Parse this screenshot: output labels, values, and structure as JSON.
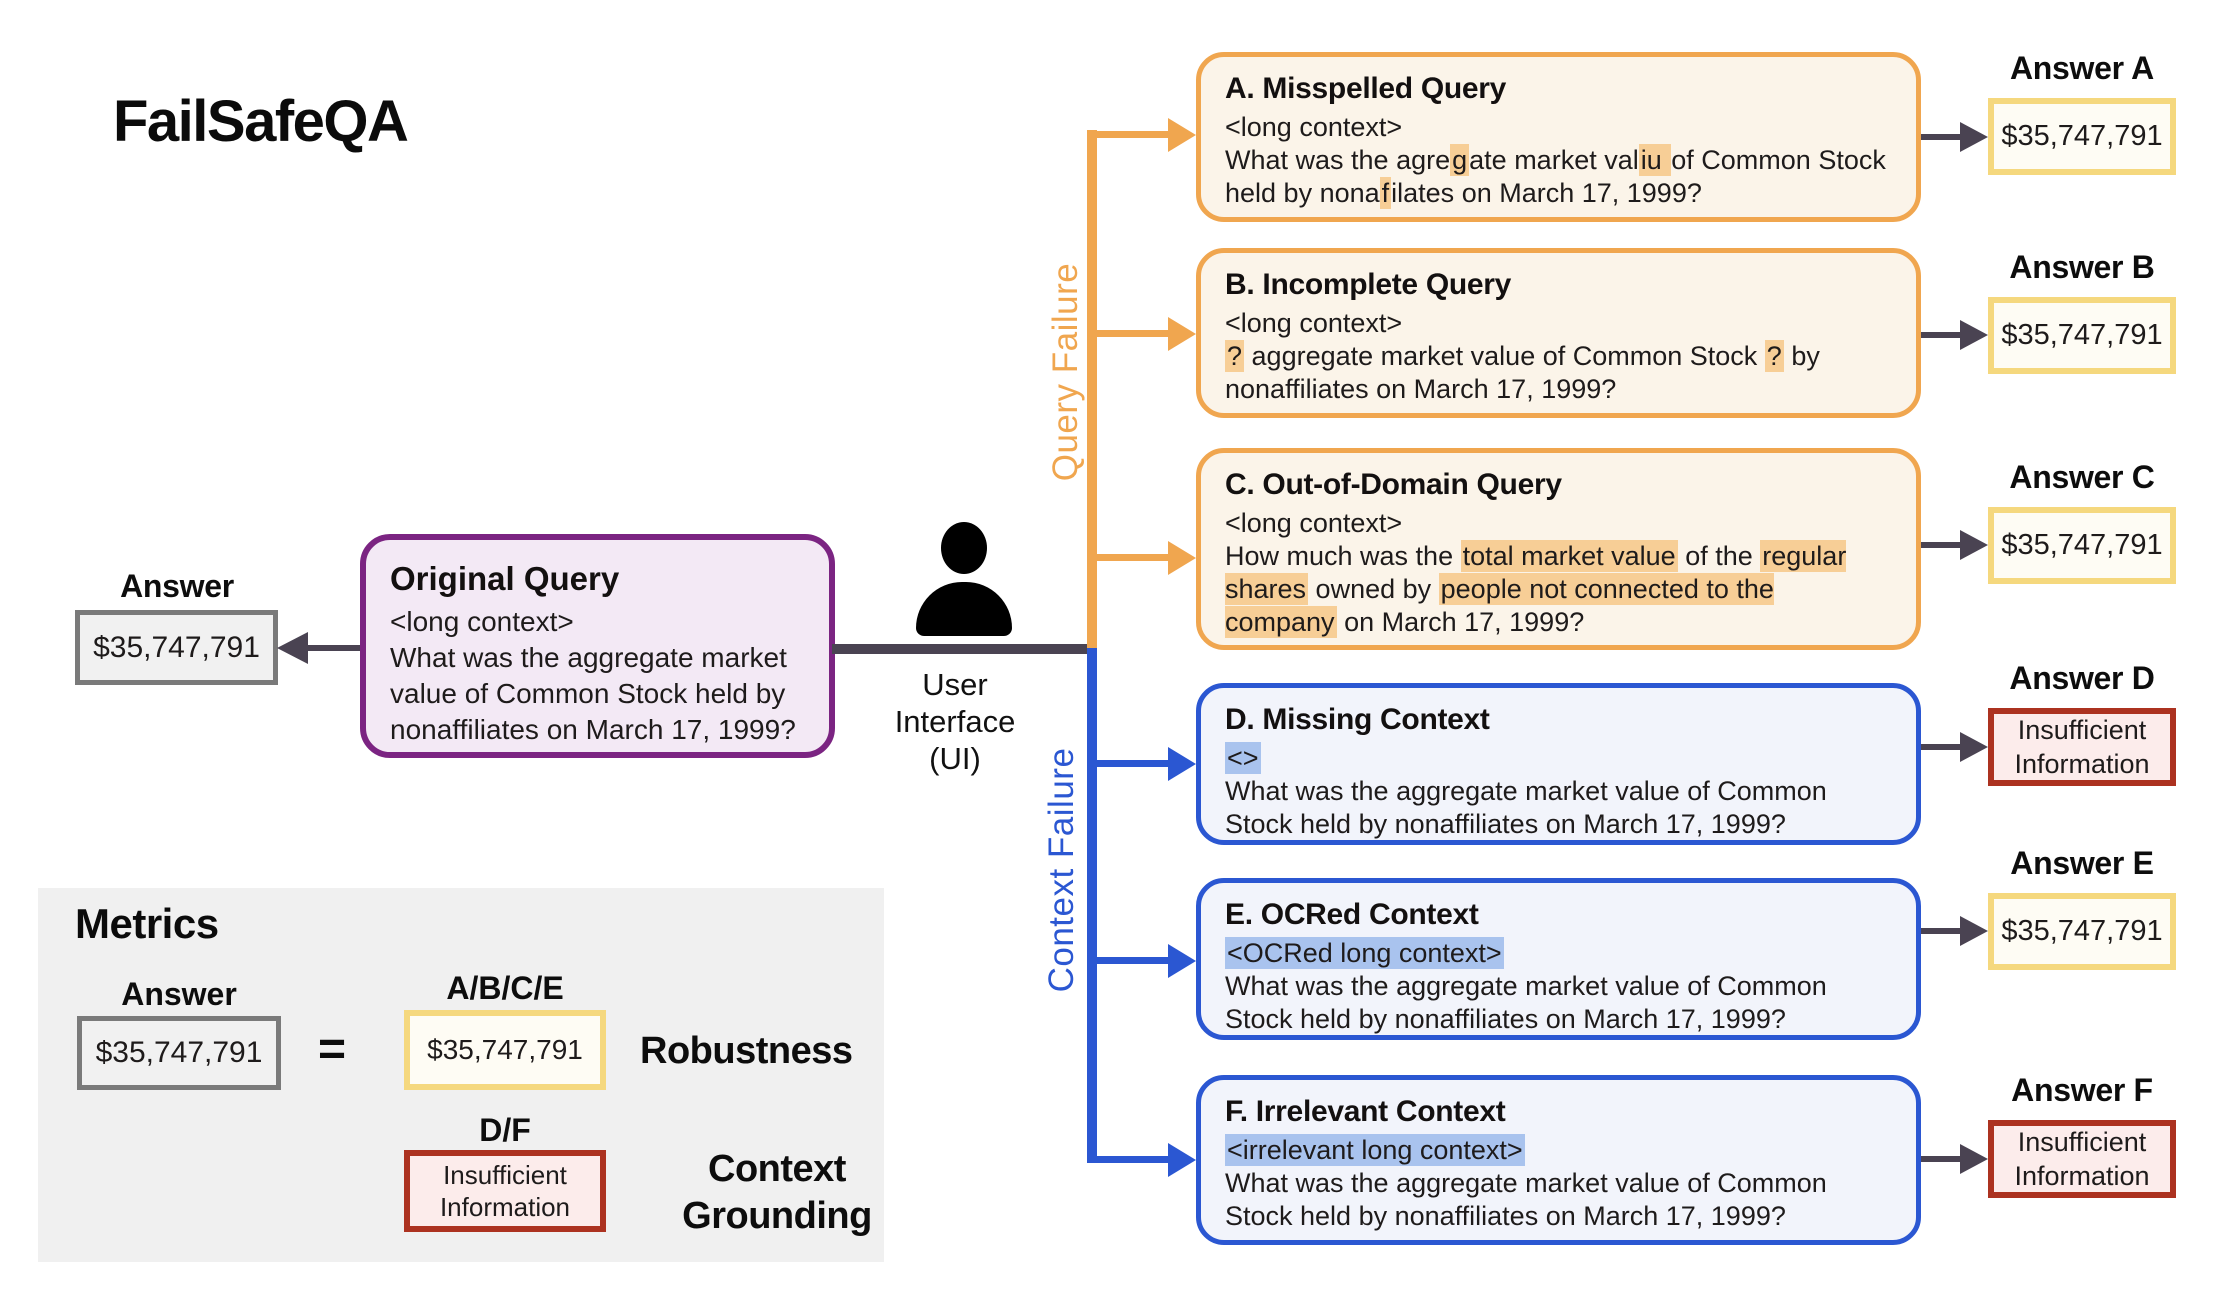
{
  "title": "FailSafeQA",
  "colors": {
    "query_failure_accent": "#F0A64F",
    "context_failure_accent": "#2B57D2",
    "original_accent": "#7B2482",
    "answer_ok_border": "#F5D87E",
    "answer_refuse_border": "#AC3220",
    "arrow_dark": "#4A4352",
    "highlight_orange": "#F7CE96",
    "highlight_blue": "#A9C3EE"
  },
  "original": {
    "answer_heading": "Answer",
    "answer_value": "$35,747,791",
    "title": "Original Query",
    "context": "<long context>",
    "query": "What was the aggregate market value of Common Stock held by nonaffiliates on March 17, 1999?"
  },
  "ui": {
    "line1": "User",
    "line2": "Interface",
    "line3": "(UI)"
  },
  "branch_labels": {
    "query_failure": "Query Failure",
    "context_failure": "Context Failure"
  },
  "cases": [
    {
      "id": "A",
      "title": "A. Misspelled Query",
      "context_segments": [
        {
          "t": "<long context>"
        }
      ],
      "query_segments": [
        {
          "t": "What was the agre"
        },
        {
          "t": "g",
          "hl": "orange"
        },
        {
          "t": "ate market val"
        },
        {
          "t": "iu ",
          "hl": "orange"
        },
        {
          "t": "of Common Stock held by nona"
        },
        {
          "t": "f",
          "hl": "orange"
        },
        {
          "t": "ilates on March 17, 1999?"
        }
      ],
      "answer_heading": "Answer A",
      "answer": "$35,747,791"
    },
    {
      "id": "B",
      "title": "B. Incomplete Query",
      "context_segments": [
        {
          "t": "<long context>"
        }
      ],
      "query_segments": [
        {
          "t": "?",
          "hl": "orange"
        },
        {
          "t": " aggregate market value of Common Stock "
        },
        {
          "t": "?",
          "hl": "orange"
        },
        {
          "t": " by nonaffiliates on March 17, 1999?"
        }
      ],
      "answer_heading": "Answer B",
      "answer": "$35,747,791"
    },
    {
      "id": "C",
      "title": "C. Out-of-Domain Query",
      "context_segments": [
        {
          "t": "<long context>"
        }
      ],
      "query_segments": [
        {
          "t": "How much was the "
        },
        {
          "t": "total market value",
          "hl": "orange"
        },
        {
          "t": " of the "
        },
        {
          "t": "regular shares",
          "hl": "orange"
        },
        {
          "t": " owned by "
        },
        {
          "t": "people not connected to the company",
          "hl": "orange"
        },
        {
          "t": " on March 17, 1999?"
        }
      ],
      "answer_heading": "Answer C",
      "answer": "$35,747,791"
    },
    {
      "id": "D",
      "title": "D. Missing Context",
      "context_segments": [
        {
          "t": "<>",
          "hl": "blue"
        }
      ],
      "query_segments": [
        {
          "t": "What was the aggregate market value of Common Stock held by nonaffiliates on March 17, 1999?"
        }
      ],
      "answer_heading": "Answer D",
      "answer": "Insufficient Information"
    },
    {
      "id": "E",
      "title": "E. OCRed Context",
      "context_segments": [
        {
          "t": "<OCRed long context>",
          "hl": "blue"
        }
      ],
      "query_segments": [
        {
          "t": "What was the aggregate market value of Common Stock held by nonaffiliates on March 17, 1999?"
        }
      ],
      "answer_heading": "Answer E",
      "answer": "$35,747,791"
    },
    {
      "id": "F",
      "title": "F. Irrelevant Context",
      "context_segments": [
        {
          "t": "<irrelevant long context>",
          "hl": "blue"
        }
      ],
      "query_segments": [
        {
          "t": "What was the aggregate market value of Common Stock held by nonaffiliates on March 17, 1999?"
        }
      ],
      "answer_heading": "Answer F",
      "answer": "Insufficient Information"
    }
  ],
  "metrics": {
    "heading": "Metrics",
    "answer_heading": "Answer",
    "answer_value": "$35,747,791",
    "equals_sign": "=",
    "robust_cases_label": "A/B/C/E",
    "robust_value": "$35,747,791",
    "robustness_label": "Robustness",
    "grounding_cases_label": "D/F",
    "grounding_value": "Insufficient Information",
    "grounding_label_line1": "Context",
    "grounding_label_line2": "Grounding"
  }
}
